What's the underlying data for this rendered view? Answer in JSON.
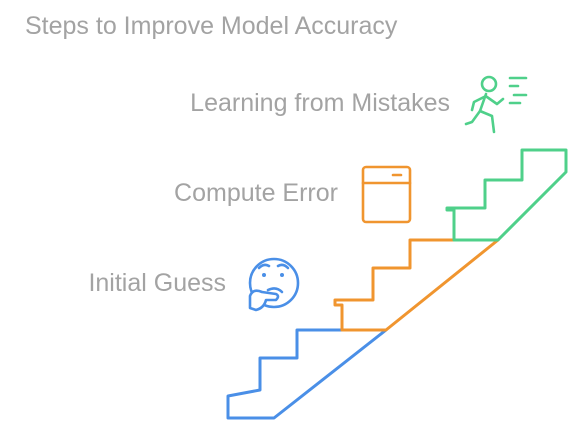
{
  "title": "Steps to Improve Model Accuracy",
  "steps": [
    {
      "label": "Initial Guess",
      "icon": "thinking-face-icon",
      "color": "#4a8fe7"
    },
    {
      "label": "Compute Error",
      "icon": "calculator-icon",
      "color": "#f0952f"
    },
    {
      "label": "Learning from Mistakes",
      "icon": "person-walking-icon",
      "color": "#4fd08a"
    }
  ]
}
